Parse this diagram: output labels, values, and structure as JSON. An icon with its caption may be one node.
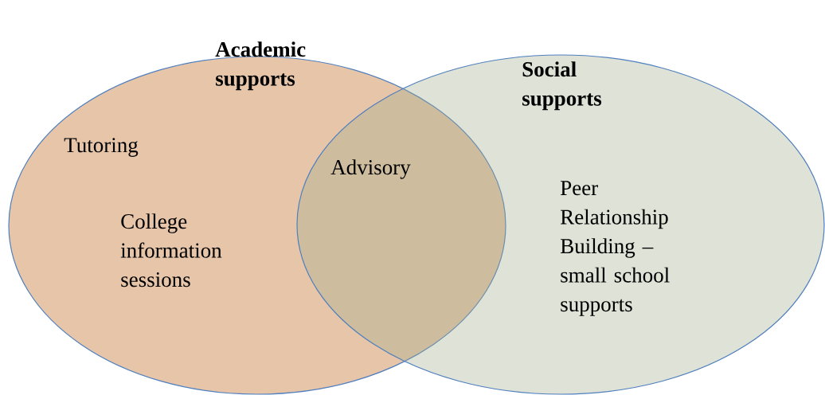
{
  "diagram": {
    "nodes": [
      {
        "text": [
          "Academic supports",
          "Tutoring",
          "College information sessions"
        ]
      },
      {
        "text": [
          "Social supports",
          "Peer Relationship Building – small school supports"
        ]
      }
    ],
    "labels": [
      "Advisory"
    ]
  }
}
